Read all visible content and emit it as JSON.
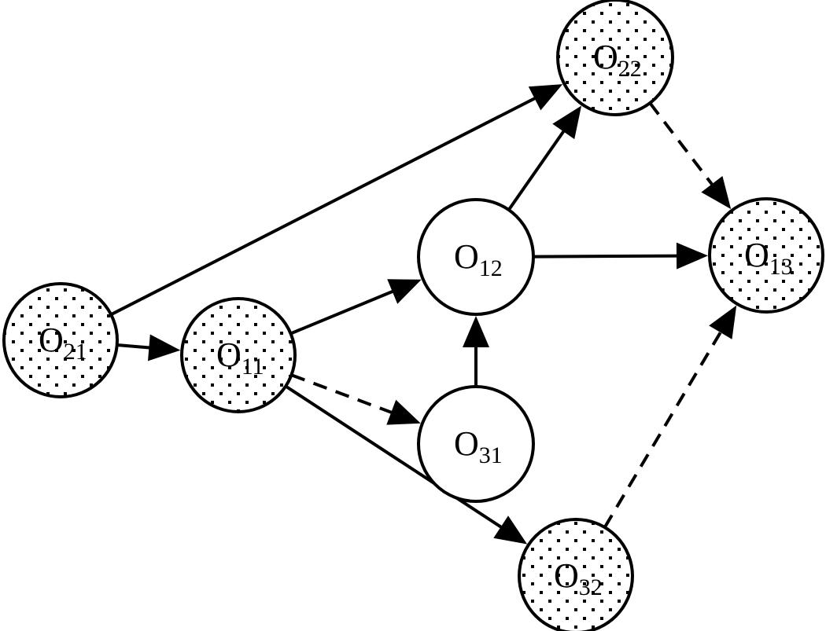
{
  "diagram": {
    "type": "directed-graph",
    "nodes": [
      {
        "id": "O21",
        "letter": "O",
        "sub": "21",
        "style": "dotted"
      },
      {
        "id": "O11",
        "letter": "O",
        "sub": "11",
        "style": "dotted"
      },
      {
        "id": "O12",
        "letter": "O",
        "sub": "12",
        "style": "plain"
      },
      {
        "id": "O31",
        "letter": "O",
        "sub": "31",
        "style": "plain"
      },
      {
        "id": "O22",
        "letter": "O",
        "sub": "22",
        "style": "dotted"
      },
      {
        "id": "O13",
        "letter": "O",
        "sub": "13",
        "style": "dotted"
      },
      {
        "id": "O32",
        "letter": "O",
        "sub": "32",
        "style": "dotted"
      }
    ],
    "edges": [
      {
        "from": "O21",
        "to": "O11",
        "line": "solid"
      },
      {
        "from": "O21",
        "to": "O22",
        "line": "solid"
      },
      {
        "from": "O11",
        "to": "O12",
        "line": "solid"
      },
      {
        "from": "O11",
        "to": "O31",
        "line": "dashed"
      },
      {
        "from": "O11",
        "to": "O32",
        "line": "solid"
      },
      {
        "from": "O31",
        "to": "O12",
        "line": "solid"
      },
      {
        "from": "O12",
        "to": "O22",
        "line": "solid"
      },
      {
        "from": "O12",
        "to": "O13",
        "line": "solid"
      },
      {
        "from": "O22",
        "to": "O13",
        "line": "dashed"
      },
      {
        "from": "O32",
        "to": "O13",
        "line": "dashed"
      }
    ]
  }
}
